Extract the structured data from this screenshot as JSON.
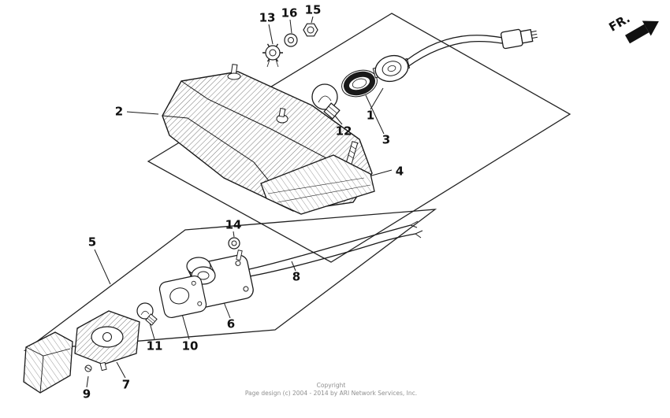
{
  "colors": {
    "ink": "#1a1a1a",
    "background": "#ffffff",
    "footer_text": "#8f8f8f"
  },
  "diagram": {
    "fr_label": "FR.",
    "part_labels": {
      "p1": "1",
      "p2": "2",
      "p3": "3",
      "p4": "4",
      "p5": "5",
      "p6": "6",
      "p7": "7",
      "p8": "8",
      "p9": "9",
      "p10": "10",
      "p11": "11",
      "p12": "12",
      "p13": "13",
      "p14": "14",
      "p15": "15",
      "p16": "16"
    }
  },
  "footer": {
    "line1": "Copyright",
    "line2": "Page design (c) 2004 - 2014 by ARI Network Services, Inc."
  }
}
